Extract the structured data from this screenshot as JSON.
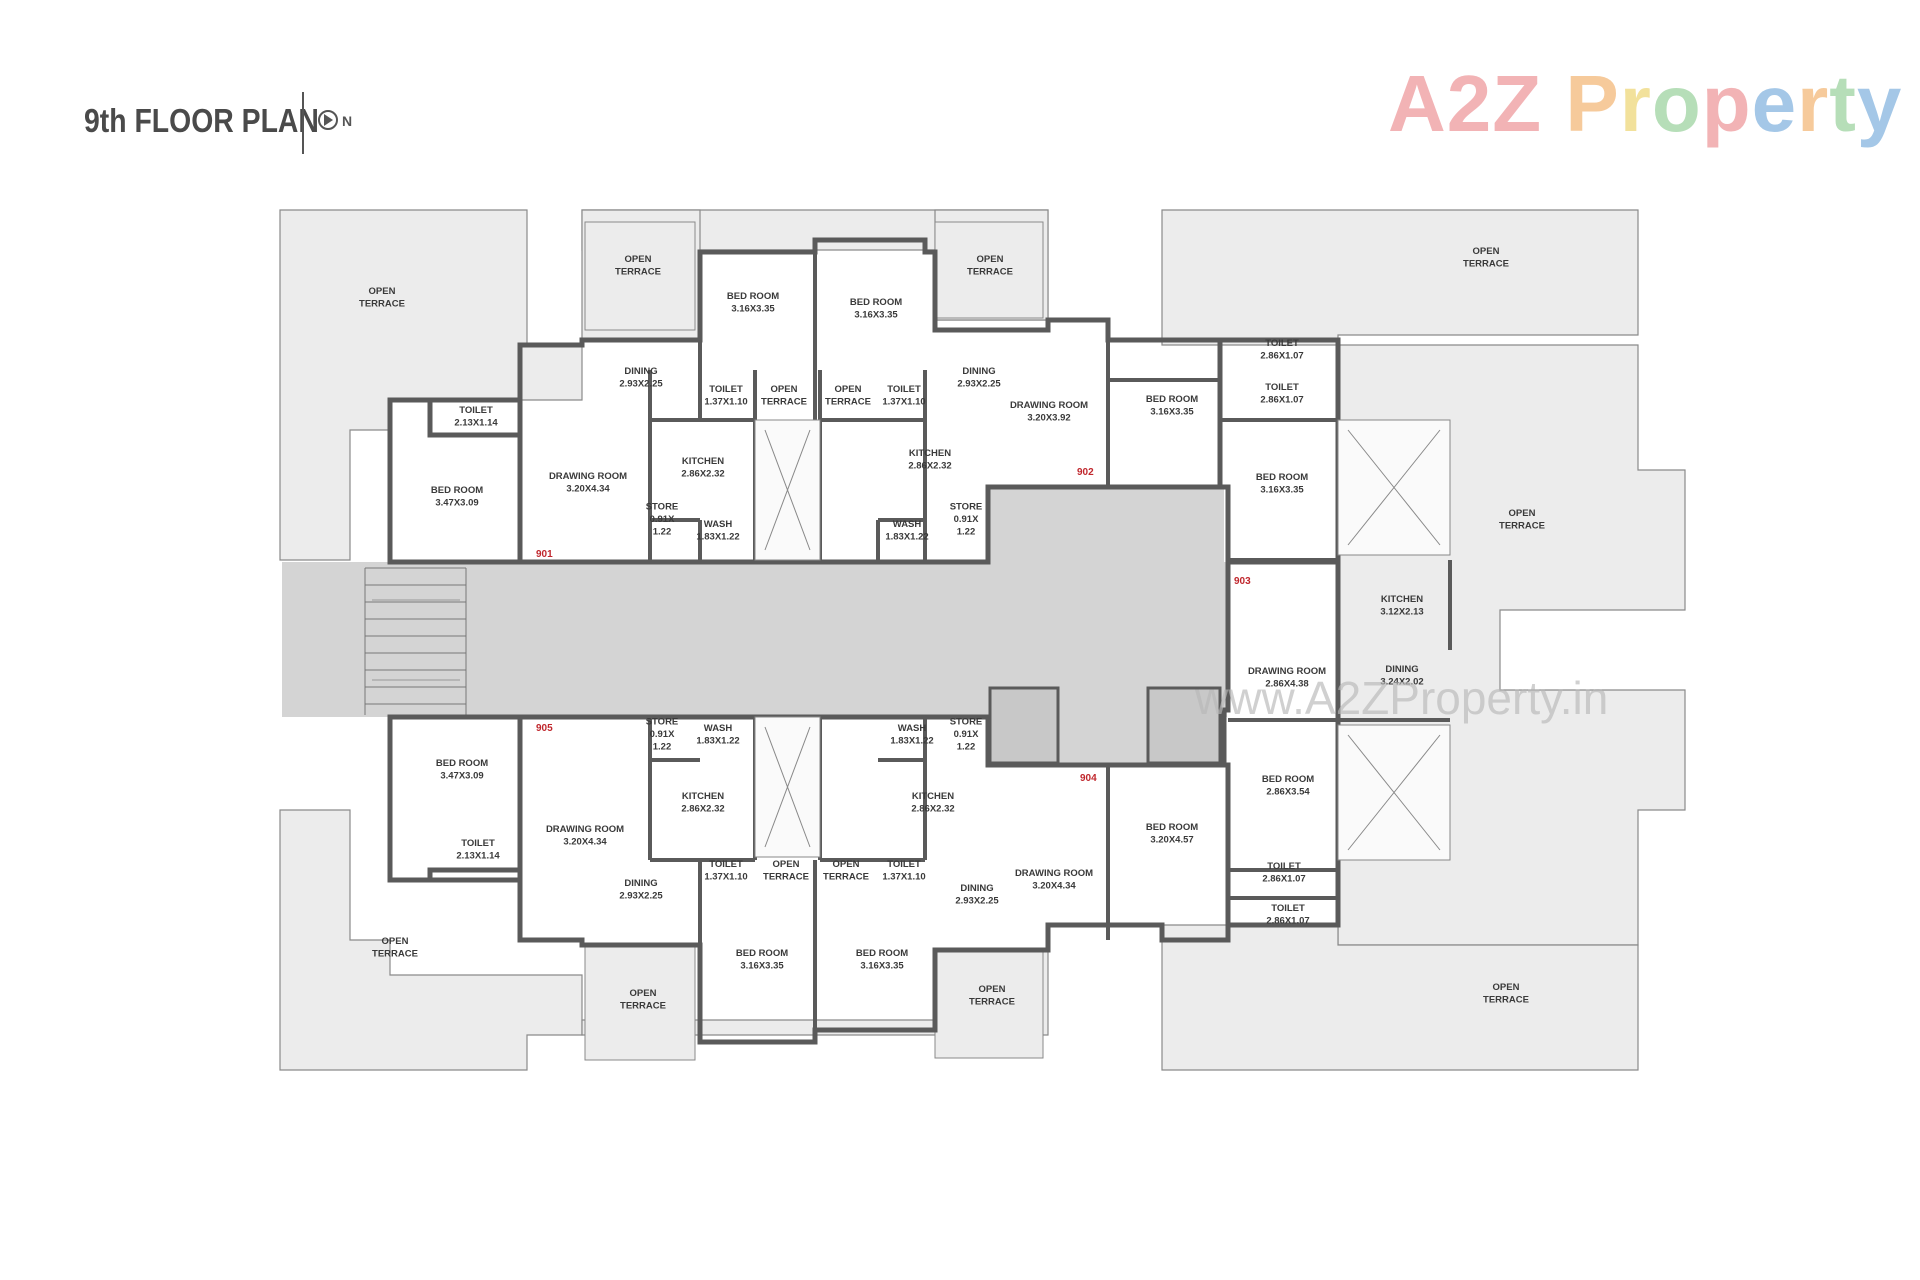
{
  "title": "9th FLOOR PLAN",
  "compass_label": "N",
  "logo": {
    "text": "A2Z Property",
    "colors": [
      "#e8767a",
      "#e8767a",
      "#e8767a",
      "#5b9bd5",
      "#f0a04b",
      "#e8c94a",
      "#7bc47f",
      "#e8767a",
      "#5b9bd5",
      "#f0a04b",
      "#7bc47f",
      "#5b9bd5"
    ]
  },
  "watermark": "www.A2ZProperty.in",
  "colors": {
    "wall": "#5a5a5a",
    "terrace_fill": "#ececec",
    "corridor_fill": "#d4d4d4",
    "unit_number": "#c0272d"
  },
  "units": [
    "901",
    "902",
    "903",
    "904",
    "905"
  ],
  "rooms": [
    {
      "id": "t-nw",
      "lines": [
        "OPEN",
        "TERRACE"
      ]
    },
    {
      "id": "t-n1",
      "lines": [
        "OPEN",
        "TERRACE"
      ]
    },
    {
      "id": "t-n2",
      "lines": [
        "OPEN",
        "TERRACE"
      ]
    },
    {
      "id": "t-ne",
      "lines": [
        "OPEN",
        "TERRACE"
      ]
    },
    {
      "id": "t-e",
      "lines": [
        "OPEN",
        "TERRACE"
      ]
    },
    {
      "id": "t-sw",
      "lines": [
        "OPEN",
        "TERRACE"
      ]
    },
    {
      "id": "t-s1",
      "lines": [
        "OPEN",
        "TERRACE"
      ]
    },
    {
      "id": "t-s2",
      "lines": [
        "OPEN",
        "TERRACE"
      ]
    },
    {
      "id": "t-se",
      "lines": [
        "OPEN",
        "TERRACE"
      ]
    },
    {
      "id": "u901-bed1",
      "lines": [
        "BED ROOM",
        "3.16X3.35"
      ]
    },
    {
      "id": "u902-bed1",
      "lines": [
        "BED ROOM",
        "3.16X3.35"
      ]
    },
    {
      "id": "u901-dining",
      "lines": [
        "DINING",
        "2.93X2.25"
      ]
    },
    {
      "id": "u902-dining",
      "lines": [
        "DINING",
        "2.93X2.25"
      ]
    },
    {
      "id": "u901-toilet-a",
      "lines": [
        "TOILET",
        "1.37X1.10"
      ]
    },
    {
      "id": "u901-open-terrace",
      "lines": [
        "OPEN",
        "TERRACE"
      ]
    },
    {
      "id": "u902-open-terrace",
      "lines": [
        "OPEN",
        "TERRACE"
      ]
    },
    {
      "id": "u902-toilet-a",
      "lines": [
        "TOILET",
        "1.37X1.10"
      ]
    },
    {
      "id": "u901-toilet-b",
      "lines": [
        "TOILET",
        "2.13X1.14"
      ]
    },
    {
      "id": "u901-bed2",
      "lines": [
        "BED ROOM",
        "3.47X3.09"
      ]
    },
    {
      "id": "u901-drawing",
      "lines": [
        "DRAWING ROOM",
        "3.20X4.34"
      ]
    },
    {
      "id": "u901-kitchen",
      "lines": [
        "KITCHEN",
        "2.86X2.32"
      ]
    },
    {
      "id": "u902-kitchen",
      "lines": [
        "KITCHEN",
        "2.86X2.32"
      ]
    },
    {
      "id": "u901-store",
      "lines": [
        "STORE",
        "0.91X",
        "1.22"
      ]
    },
    {
      "id": "u901-wash",
      "lines": [
        "WASH",
        "1.83X1.22"
      ]
    },
    {
      "id": "u902-wash",
      "lines": [
        "WASH",
        "1.83X1.22"
      ]
    },
    {
      "id": "u902-store",
      "lines": [
        "STORE",
        "0.91X",
        "1.22"
      ]
    },
    {
      "id": "u902-drawing",
      "lines": [
        "DRAWING ROOM",
        "3.20X3.92"
      ]
    },
    {
      "id": "u902-bed2",
      "lines": [
        "BED ROOM",
        "3.16X3.35"
      ]
    },
    {
      "id": "u903-toilet-a",
      "lines": [
        "TOILET",
        "2.86X1.07"
      ]
    },
    {
      "id": "u903-toilet-b",
      "lines": [
        "TOILET",
        "2.86X1.07"
      ]
    },
    {
      "id": "u903-bed1",
      "lines": [
        "BED ROOM",
        "3.16X3.35"
      ]
    },
    {
      "id": "u903-kitchen",
      "lines": [
        "KITCHEN",
        "3.12X2.13"
      ]
    },
    {
      "id": "u903-drawing",
      "lines": [
        "DRAWING ROOM",
        "2.86X4.38"
      ]
    },
    {
      "id": "u903-dining",
      "lines": [
        "DINING",
        "3.24X2.02"
      ]
    },
    {
      "id": "u904-bed1",
      "lines": [
        "BED ROOM",
        "2.86X3.54"
      ]
    },
    {
      "id": "u904-toilet-a",
      "lines": [
        "TOILET",
        "2.86X1.07"
      ]
    },
    {
      "id": "u904-toilet-b",
      "lines": [
        "TOILET",
        "2.86X1.07"
      ]
    },
    {
      "id": "u904-bed2",
      "lines": [
        "BED ROOM",
        "3.20X4.57"
      ]
    },
    {
      "id": "u904-drawing",
      "lines": [
        "DRAWING ROOM",
        "3.20X4.34"
      ]
    },
    {
      "id": "u904-dining",
      "lines": [
        "DINING",
        "2.93X2.25"
      ]
    },
    {
      "id": "u905-bed1",
      "lines": [
        "BED ROOM",
        "3.47X3.09"
      ]
    },
    {
      "id": "u905-toilet-b",
      "lines": [
        "TOILET",
        "2.13X1.14"
      ]
    },
    {
      "id": "u905-drawing",
      "lines": [
        "DRAWING ROOM",
        "3.20X4.34"
      ]
    },
    {
      "id": "u905-dining",
      "lines": [
        "DINING",
        "2.93X2.25"
      ]
    },
    {
      "id": "u905-store",
      "lines": [
        "STORE",
        "0.91X",
        "1.22"
      ]
    },
    {
      "id": "u905-wash",
      "lines": [
        "WASH",
        "1.83X1.22"
      ]
    },
    {
      "id": "u904-wash",
      "lines": [
        "WASH",
        "1.83X1.22"
      ]
    },
    {
      "id": "u904-store",
      "lines": [
        "STORE",
        "0.91X",
        "1.22"
      ]
    },
    {
      "id": "u905-kitchen",
      "lines": [
        "KITCHEN",
        "2.86X2.32"
      ]
    },
    {
      "id": "u904-kitchen",
      "lines": [
        "KITCHEN",
        "2.86X2.32"
      ]
    },
    {
      "id": "u905-toilet-a",
      "lines": [
        "TOILET",
        "1.37X1.10"
      ]
    },
    {
      "id": "u905-open-terrace",
      "lines": [
        "OPEN",
        "TERRACE"
      ]
    },
    {
      "id": "u904-open-terrace",
      "lines": [
        "OPEN",
        "TERRACE"
      ]
    },
    {
      "id": "u904-toilet-c",
      "lines": [
        "TOILET",
        "1.37X1.10"
      ]
    },
    {
      "id": "u905-bed2",
      "lines": [
        "BED ROOM",
        "3.16X3.35"
      ]
    },
    {
      "id": "u904-bed3",
      "lines": [
        "BED ROOM",
        "3.16X3.35"
      ]
    }
  ]
}
